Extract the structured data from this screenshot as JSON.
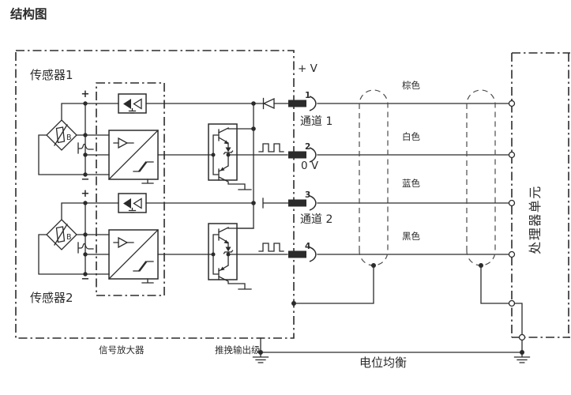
{
  "title": "结构图",
  "colors": {
    "title_pink": "#e73562",
    "line_dark": "#2b2b2b"
  },
  "device": {
    "sensor1_label": "传感器1",
    "sensor2_label": "传感器2",
    "signal_amplifier_label": "信号放大器",
    "push_pull_label": "推挽输出级",
    "bridge_label": "B",
    "plus": "+",
    "minus": "−"
  },
  "power": {
    "plus_v": "+ V",
    "zero_v": "0 V"
  },
  "channels": {
    "channel1": "通道 1",
    "channel2": "通道 2"
  },
  "pins": [
    {
      "number": "1",
      "wire_color": "棕色"
    },
    {
      "number": "2",
      "wire_color": "白色"
    },
    {
      "number": "3",
      "wire_color": "蓝色"
    },
    {
      "number": "4",
      "wire_color": "黑色"
    }
  ],
  "processor_label": "处理器单元",
  "potential_equalization_label": "电位均衡"
}
